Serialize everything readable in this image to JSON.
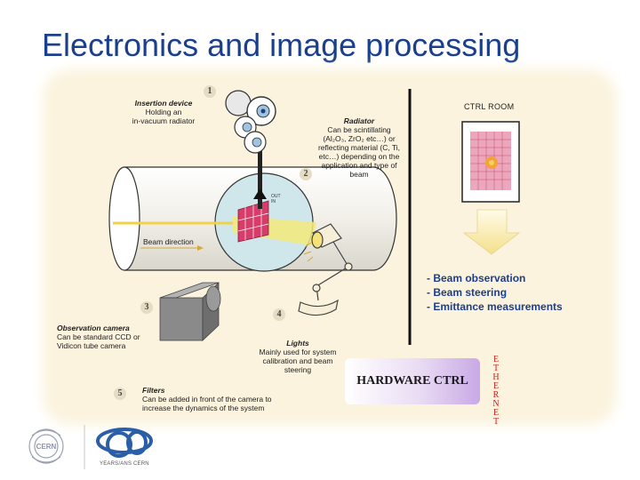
{
  "title": "Electronics and image processing",
  "steps": {
    "n1": "1",
    "n2": "2",
    "n3": "3",
    "n4": "4",
    "n5": "5"
  },
  "insertion": {
    "heading": "Insertion device",
    "line1": "Holding an",
    "line2": "in-vacuum radiator"
  },
  "radiator": {
    "heading": "Radiator",
    "line1": "Can be scintillating",
    "line2": "(Al₂O₃, ZrO₂ etc…) or",
    "line3": "reflecting material (C, Ti,",
    "line4": "etc…) depending on the",
    "line5": "application and type of",
    "line6": "beam"
  },
  "beam_direction": "Beam direction",
  "camera": {
    "heading": "Observation camera",
    "line1": "Can be standard CCD or",
    "line2": "Vidicon tube camera"
  },
  "lights": {
    "heading": "Lights",
    "line1": "Mainly used for system",
    "line2": "calibration and beam",
    "line3": "steering"
  },
  "filters": {
    "heading": "Filters",
    "line1": "Can be added in front of the camera to",
    "line2": "increase the dynamics of the system"
  },
  "ctrl_room": "CTRL ROOM",
  "outputs": [
    "- Beam observation",
    "- Beam steering",
    "- Emittance measurements"
  ],
  "hardware_ctrl": "HARDWARE CTRL",
  "ethernet": [
    "E",
    "T",
    "H",
    "E",
    "R",
    "N",
    "E",
    "T"
  ],
  "logo": {
    "cern": "CERN",
    "years": "YEARS/ANS CERN"
  },
  "colors": {
    "title": "#1b3f8f",
    "panel": "#fbf3dd",
    "ethernet": "#c8201f",
    "bullets": "#1b3f8f"
  }
}
